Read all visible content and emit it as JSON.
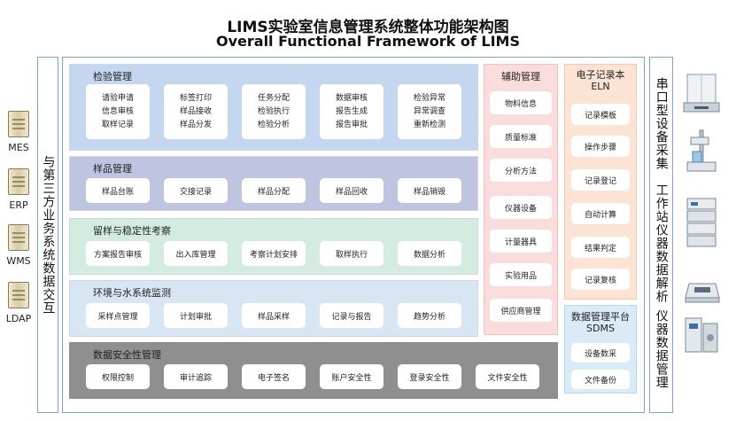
{
  "title": {
    "zh": "LIMS实验室信息管理系统整体功能架构图",
    "en": "Overall Functional Framework of LIMS"
  },
  "external_systems": [
    "MES",
    "ERP",
    "WMS",
    "LDAP"
  ],
  "left_interface_label": "与第三方业务系统数据交互",
  "modules": {
    "inspection": {
      "title": "检验管理",
      "cards": [
        [
          "请验申请",
          "信息审核",
          "取样记录"
        ],
        [
          "标签打印",
          "样品接收",
          "样品分发"
        ],
        [
          "任务分配",
          "检验执行",
          "检验分析"
        ],
        [
          "数据审核",
          "报告生成",
          "报告审批"
        ],
        [
          "检验异常",
          "异常调查",
          "重新检测"
        ]
      ]
    },
    "sample": {
      "title": "样品管理",
      "cards": [
        "样品台账",
        "交接记录",
        "样品分配",
        "样品回收",
        "样品销毁"
      ]
    },
    "retention": {
      "title": "留样与稳定性考察",
      "cards": [
        "方案报告审核",
        "出入库管理",
        "考察计划安排",
        "取样执行",
        "数据分析"
      ]
    },
    "environment": {
      "title": "环境与水系统监测",
      "cards": [
        "采样点管理",
        "计划审批",
        "样品采样",
        "记录与报告",
        "趋势分析"
      ]
    },
    "security": {
      "title": "数据安全性管理",
      "cards": [
        "权限控制",
        "审计追踪",
        "电子签名",
        "账户安全性",
        "登录安全性",
        "文件安全性"
      ]
    },
    "auxiliary": {
      "title": "辅助管理",
      "cards": [
        "物料信息",
        "质量标准",
        "分析方法",
        "仪器设备",
        "计量器具",
        "实验用品",
        "供应商管理"
      ]
    },
    "eln": {
      "title_line1": "电子记录本",
      "title_line2": "ELN",
      "cards": [
        "记录模板",
        "操作步骤",
        "记录登记",
        "自动计算",
        "结果判定",
        "记录复核"
      ]
    },
    "sdms": {
      "title_line1": "数据管理平台",
      "title_line2": "SDMS",
      "cards": [
        "设备数采",
        "文件备份"
      ]
    }
  },
  "right_labels": {
    "serial": "串口型设备采集",
    "workstation": "工作站仪器数据解析",
    "instrument": "仪器数据管理"
  },
  "icons": [
    "server-icon",
    "balance-icon",
    "titrator-icon",
    "hplc-icon",
    "spectrometer-icon",
    "autosampler-icon"
  ],
  "colors": {
    "frame_border": "#7aa6d6",
    "inspection_bg": "#c5d6f0",
    "sample_bg": "#bfc5e0",
    "retention_bg": "#d4ecdf",
    "environment_bg": "#d8e6f4",
    "security_bg": "#8f8f8f",
    "auxiliary_bg": "#fbdcdc",
    "eln_bg": "#fde3d3",
    "sdms_bg": "#d8ebf7"
  }
}
